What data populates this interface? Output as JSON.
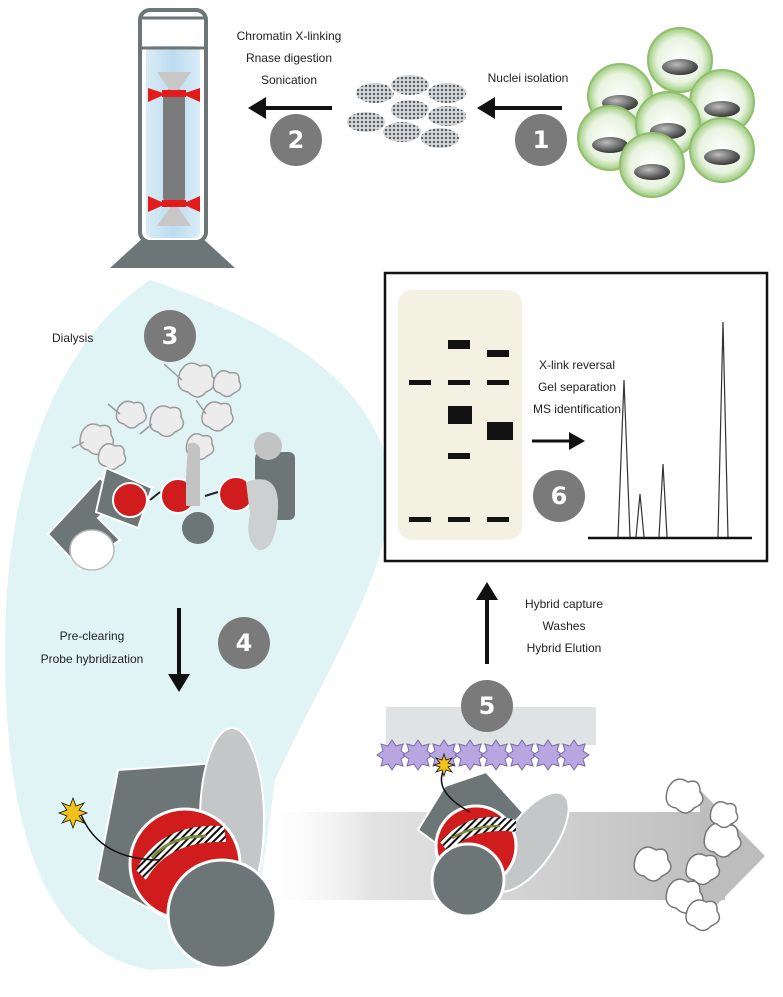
{
  "steps": [
    {
      "number": "1",
      "lines": [
        "Nuclei isolation"
      ]
    },
    {
      "number": "2",
      "lines": [
        "Chromatin X-linking",
        "Rnase digestion",
        "Sonication"
      ]
    },
    {
      "number": "3",
      "lines": [
        "Dialysis"
      ]
    },
    {
      "number": "4",
      "lines": [
        "Pre-clearing",
        "Probe hybridization"
      ]
    },
    {
      "number": "5",
      "lines": [
        "Hybrid capture",
        "Washes",
        "Hybrid Elution"
      ]
    },
    {
      "number": "6",
      "lines": [
        "X-link reversal",
        "Gel separation",
        "MS identification"
      ]
    }
  ],
  "colors": {
    "arrow": "#111111",
    "step_circle": "#7a7a7a",
    "chromatin_red": "#d01c1c",
    "protein_grey": "#6d7676",
    "bead_purple": "#b7a6e0",
    "nuclei_green": "#b6d89a",
    "shaded_region": "#e0f4f6",
    "gel_background": "#f3f1e2"
  },
  "icons": [
    "test-tube-icon",
    "nucleus-icon",
    "chromatin-icon",
    "protein-complex-icon",
    "streptavidin-bead-icon",
    "biotin-star-icon",
    "gel-icon",
    "mass-spectrum-icon"
  ]
}
